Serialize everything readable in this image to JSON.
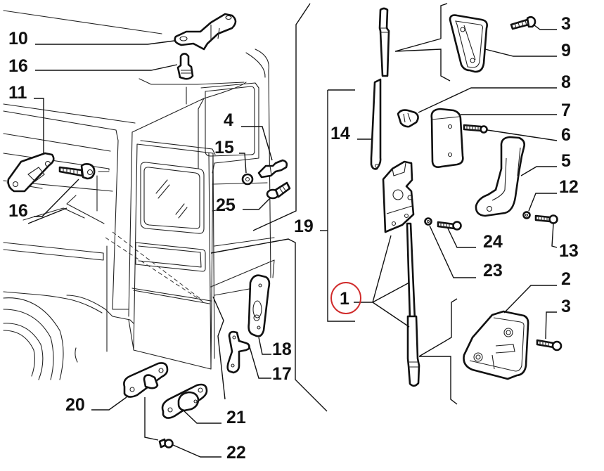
{
  "diagram": {
    "type": "exploded-parts-diagram",
    "highlight_color": "#d02a2a",
    "line_color": "#111111",
    "highlighted_callout": "1",
    "callouts": {
      "c10": "10",
      "c16a": "16",
      "c11": "11",
      "c16b": "16",
      "c4": "4",
      "c15": "15",
      "c25": "25",
      "c19": "19",
      "c14": "14",
      "c1": "1",
      "c3a": "3",
      "c9": "9",
      "c8": "8",
      "c7": "7",
      "c6": "6",
      "c5": "5",
      "c12": "12",
      "c24": "24",
      "c13": "13",
      "c23": "23",
      "c2": "2",
      "c3b": "3",
      "c18": "18",
      "c17": "17",
      "c20": "20",
      "c21": "21",
      "c22": "22"
    }
  }
}
